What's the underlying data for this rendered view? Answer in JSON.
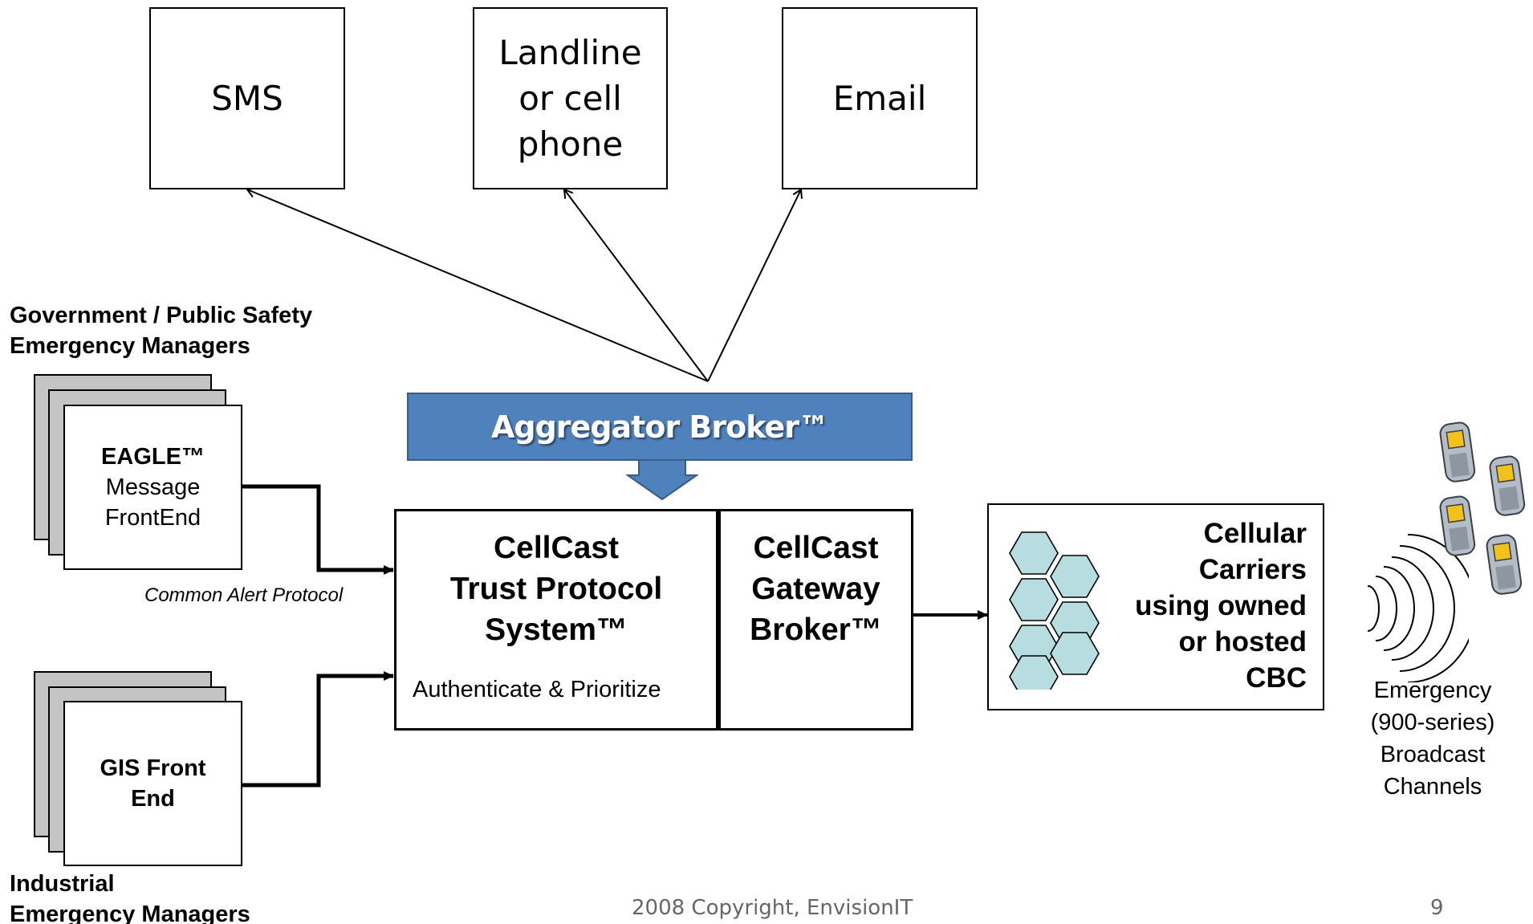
{
  "top_boxes": {
    "sms": "SMS",
    "phone": "Landline\nor cell\nphone",
    "email": "Email"
  },
  "left": {
    "gov_heading": "Government / Public Safety\nEmergency Managers",
    "industrial_heading": "Industrial\nEmergency Managers",
    "eagle_title": "EAGLE™",
    "eagle_sub": "Message\nFrontEnd",
    "gis_label": "GIS Front\nEnd",
    "protocol_label": "Common Alert Protocol"
  },
  "center": {
    "aggregator": "Aggregator Broker™",
    "trust_title": "CellCast\nTrust Protocol\nSystem™",
    "trust_sub": "Authenticate & Prioritize",
    "gateway_title": "CellCast\nGateway\nBroker™"
  },
  "right": {
    "carriers": "Cellular\nCarriers\nusing owned\nor hosted\nCBC",
    "broadcast": "Emergency\n(900-series)\nBroadcast Channels"
  },
  "footer": {
    "copyright": "2008 Copyright, EnvisionIT",
    "page_number": "9"
  },
  "colors": {
    "aggregator_fill": "#4f81bd",
    "hex_fill": "#b7dde0",
    "stack_gray": "#c4c4c4"
  }
}
